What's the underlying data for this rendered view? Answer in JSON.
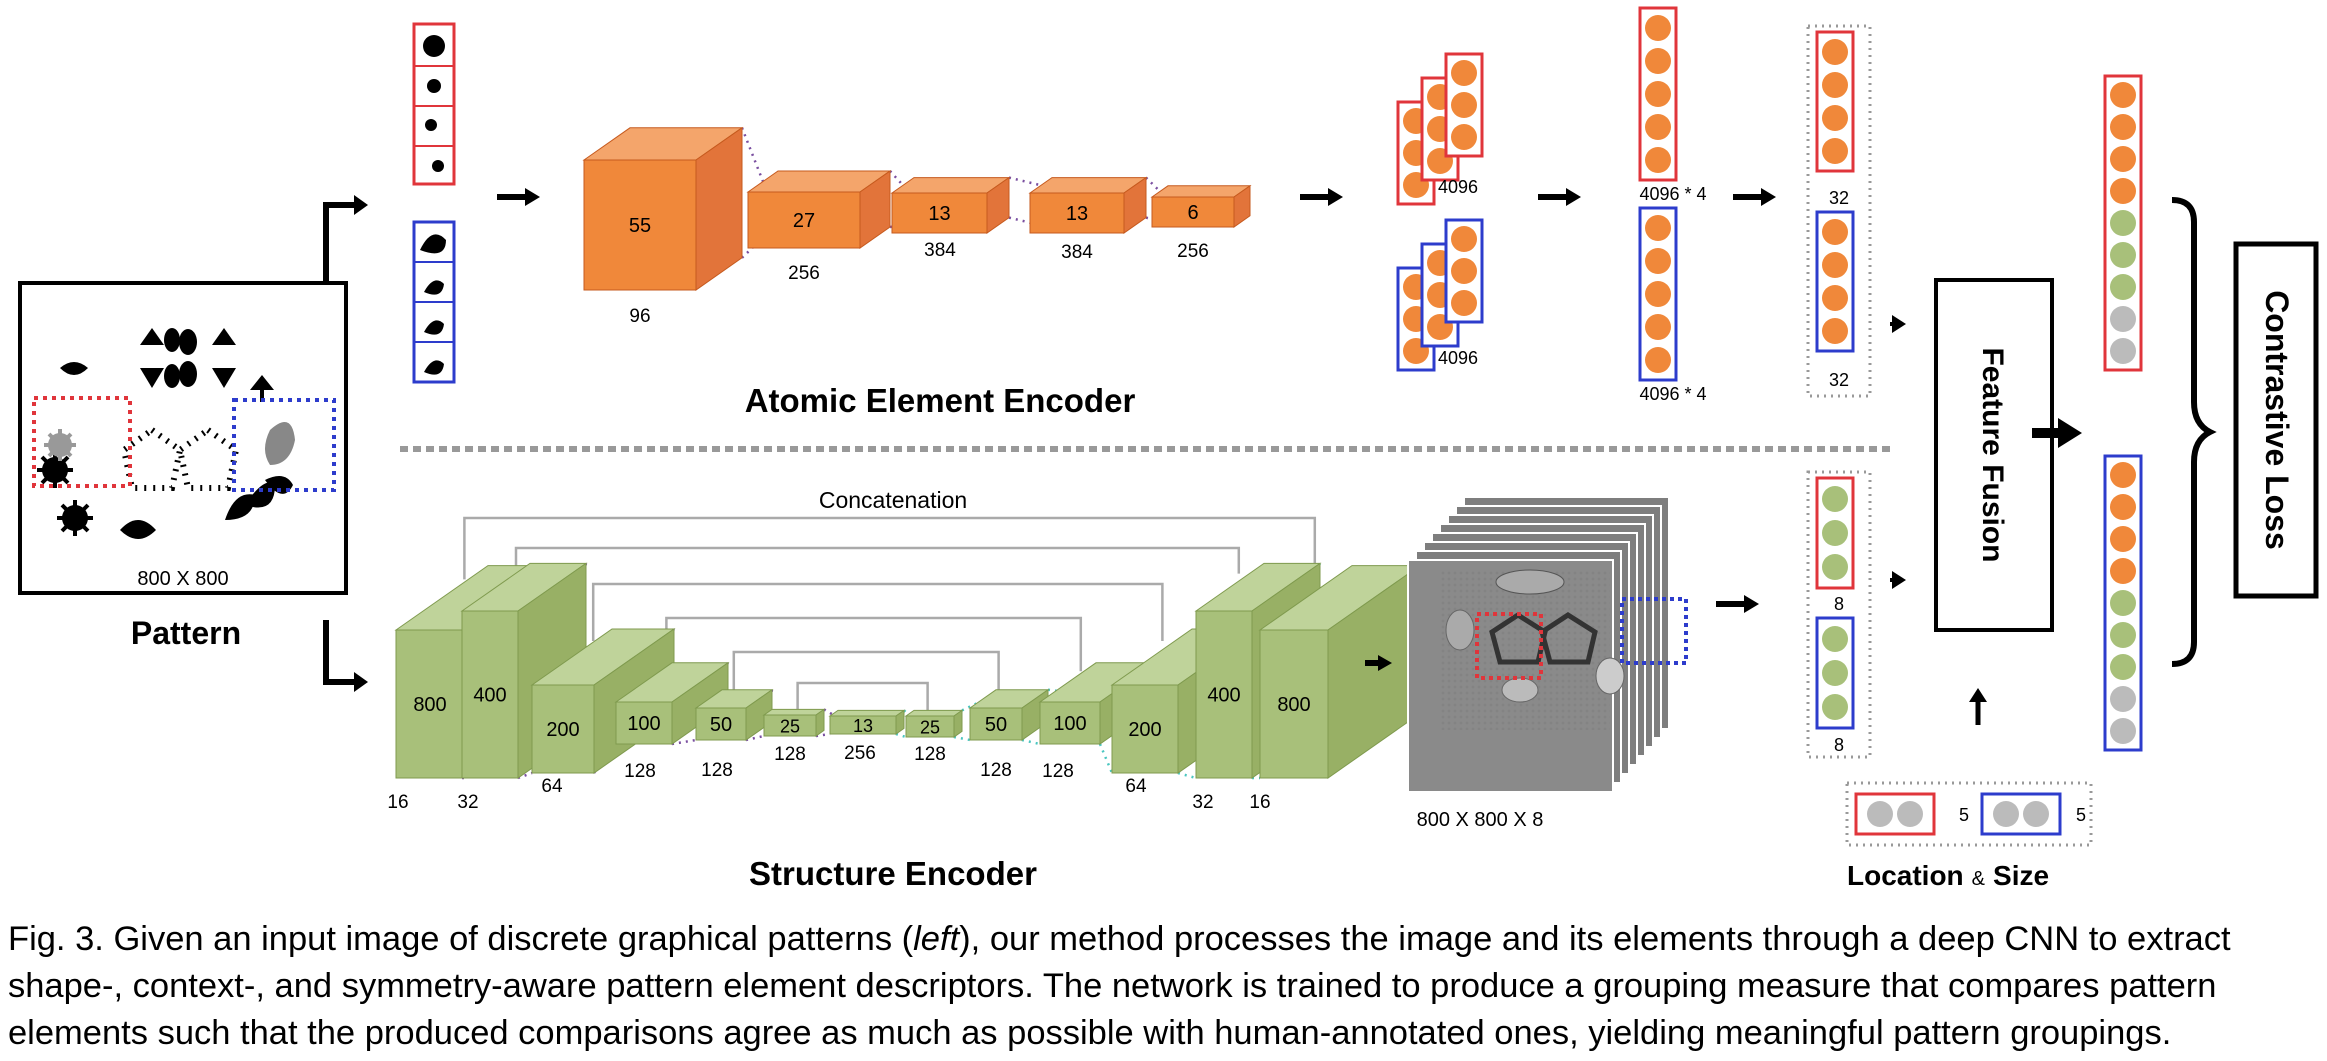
{
  "pattern": {
    "title": "Pattern",
    "size_label": "800 X 800"
  },
  "atomic_encoder": {
    "title": "Atomic Element Encoder",
    "layers": [
      {
        "inner": "55",
        "below": "96"
      },
      {
        "inner": "27",
        "below": "256"
      },
      {
        "inner": "13",
        "below": "384"
      },
      {
        "inner": "13",
        "below": "384"
      },
      {
        "inner": "6",
        "below": "256"
      }
    ],
    "fc_labels": [
      "4096",
      "4096"
    ],
    "concat_labels": [
      "4096 * 4",
      "4096 * 4"
    ],
    "out_labels": [
      "32",
      "32"
    ]
  },
  "structure_encoder": {
    "title": "Structure Encoder",
    "concat_label": "Concatenation",
    "layers": [
      {
        "inner": "800",
        "below": "16"
      },
      {
        "inner": "400",
        "below": "32"
      },
      {
        "inner": "200",
        "below": "64"
      },
      {
        "inner": "100",
        "below": "128"
      },
      {
        "inner": "50",
        "below": "128"
      },
      {
        "inner": "25",
        "below": "128"
      },
      {
        "inner": "13",
        "below": "256"
      },
      {
        "inner": "25",
        "below": "128"
      },
      {
        "inner": "50",
        "below": "128"
      },
      {
        "inner": "100",
        "below": "128"
      },
      {
        "inner": "200",
        "below": "64"
      },
      {
        "inner": "400",
        "below": "32"
      },
      {
        "inner": "800",
        "below": "16"
      }
    ],
    "feature_map_label": "800 X 800 X 8",
    "out_labels": [
      "8",
      "8"
    ]
  },
  "location_size": {
    "title": "Location",
    "amp": "&",
    "title2": "Size",
    "dims": [
      "5",
      "5"
    ]
  },
  "feature_fusion": {
    "label": "Feature Fusion"
  },
  "loss": {
    "label": "Contrastive Loss"
  },
  "colors": {
    "orange": "#f0883a",
    "orange_dark": "#d9672a",
    "green": "#a8c07a",
    "green_dark": "#8ba45a",
    "red_box": "#e0353b",
    "blue_box": "#2d3ccc",
    "gray_dot": "#bbbbbb",
    "dashed_divider": "#999999"
  },
  "caption": {
    "part1": "Fig. 3.  Given an input image of discrete graphical patterns (",
    "italic": "left",
    "part2": "), our method processes the image and its elements through a deep CNN to extract shape-, context-, and symmetry-aware pattern element descriptors. The network is trained to produce a grouping measure that compares pattern elements such that the produced comparisons agree as much as possible with human-annotated ones, yielding meaningful pattern groupings."
  }
}
